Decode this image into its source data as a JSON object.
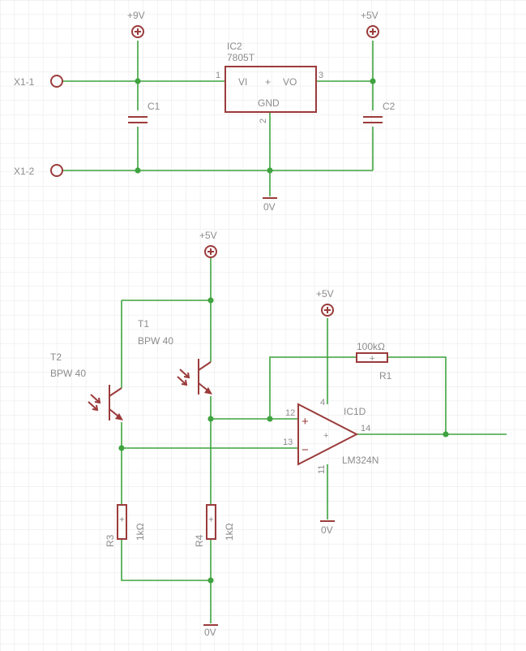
{
  "colors": {
    "grid": "#e6e6e6",
    "wire": "#3fa33f",
    "part": "#9b3b3b",
    "label": "#8c8c8c",
    "background": "#ffffff"
  },
  "supply": {
    "plus9v": "+9V",
    "plus5v_top": "+5V",
    "plus5v_sensor": "+5V",
    "plus5v_opamp": "+5V",
    "gnd_reg": "0V",
    "gnd_opamp": "0V",
    "gnd_bottom": "0V"
  },
  "connectors": {
    "x1_1": "X1-1",
    "x1_2": "X1-2"
  },
  "regulator": {
    "name": "IC2",
    "value": "7805T",
    "vi": "VI",
    "vo": "VO",
    "gnd": "GND",
    "plus": "+",
    "pin1": "1",
    "pin2": "2",
    "pin3": "3"
  },
  "capacitors": {
    "c1": "C1",
    "c2": "C2"
  },
  "transistors": {
    "t1_name": "T1",
    "t1_value": "BPW 40",
    "t2_name": "T2",
    "t2_value": "BPW 40"
  },
  "opamp": {
    "name": "IC1D",
    "value": "LM324N",
    "pin4": "4",
    "pin11": "11",
    "pin12": "12",
    "pin13": "13",
    "pin14": "14",
    "plus_sign": "+",
    "minus_sign": "−",
    "center_plus": "+"
  },
  "resistors": {
    "r1_name": "R1",
    "r1_value": "100kΩ",
    "r3_name": "R3",
    "r3_value": "1kΩ",
    "r4_name": "R4",
    "r4_value": "1kΩ",
    "plus": "+"
  }
}
